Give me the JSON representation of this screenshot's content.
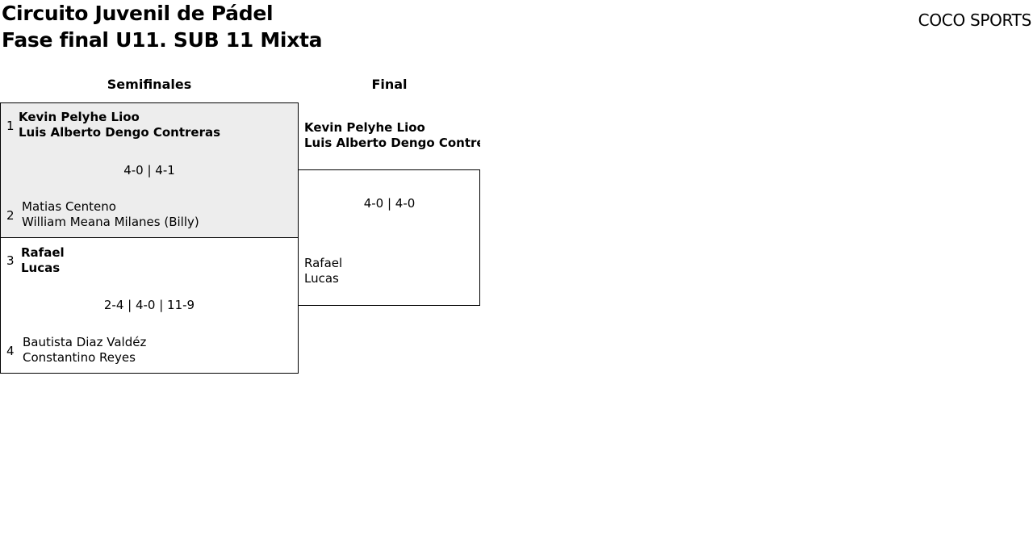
{
  "header": {
    "title_line1": "Circuito Juvenil de Pádel",
    "title_line2": "Fase final U11. SUB 11 Mixta",
    "brand": "COCO SPORTS"
  },
  "rounds": {
    "semis_label": "Semifinales",
    "final_label": "Final"
  },
  "semifinals": [
    {
      "score": "4-0 | 4-1",
      "teams": [
        {
          "seed": "1",
          "player1": "Kevin Pelyhe Lioo",
          "player2": "Luis Alberto Dengo Contreras",
          "winner": true
        },
        {
          "seed": "2",
          "player1": "Matias Centeno",
          "player2": "William Meana Milanes (Billy)",
          "winner": false
        }
      ]
    },
    {
      "score": "2-4 | 4-0 | 11-9",
      "teams": [
        {
          "seed": "3",
          "player1": "Rafael",
          "player2": "Lucas",
          "winner": true
        },
        {
          "seed": "4",
          "player1": "Bautista Diaz Valdéz",
          "player2": "Constantino Reyes",
          "winner": false
        }
      ]
    }
  ],
  "final": {
    "score": "4-0 | 4-0",
    "winner": {
      "player1": "Kevin Pelyhe Lioo",
      "player2": "Luis Alberto Dengo Contreras"
    },
    "runner_up": {
      "player1": "Rafael",
      "player2": "Lucas"
    }
  },
  "colors": {
    "highlight_match_bg": "#ededed",
    "border": "#000000"
  }
}
